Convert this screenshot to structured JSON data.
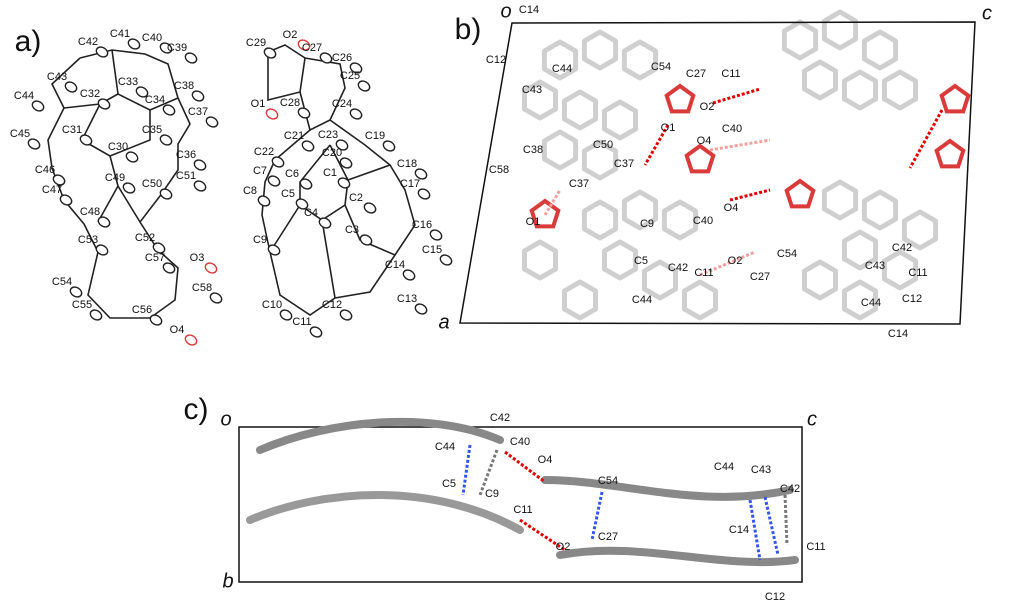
{
  "panels": {
    "a": {
      "letter": "a)",
      "molecule1_labels": [
        "C42",
        "C41",
        "C40",
        "C39",
        "C43",
        "C33",
        "C38",
        "C44",
        "C32",
        "C34",
        "C37",
        "C31",
        "C35",
        "C45",
        "C30",
        "C36",
        "C46",
        "C51",
        "C47",
        "C49",
        "C50",
        "C48",
        "C53",
        "C52",
        "C57",
        "O3",
        "C54",
        "C58",
        "C55",
        "C56",
        "O4"
      ],
      "molecule2_labels": [
        "C29",
        "O2",
        "C27",
        "C26",
        "C25",
        "O1",
        "C28",
        "C24",
        "C21",
        "C23",
        "C19",
        "C22",
        "C20",
        "C18",
        "C7",
        "C6",
        "C1",
        "C17",
        "C8",
        "C5",
        "C2",
        "C16",
        "C4",
        "C3",
        "C15",
        "C9",
        "C14",
        "C10",
        "C12",
        "C13",
        "C11"
      ]
    },
    "b": {
      "letter": "b)",
      "axis_origin": "o",
      "axis_c": "c",
      "axis_a": "a",
      "labels": [
        "C14",
        "C12",
        "C44",
        "C43",
        "C54",
        "C27",
        "C11",
        "O2",
        "O1",
        "C40",
        "O4",
        "C50",
        "C37",
        "C38",
        "C58",
        "C37",
        "O1",
        "C9",
        "C40",
        "O4",
        "C42",
        "C5",
        "C42",
        "C11",
        "O2",
        "C54",
        "C43",
        "C11",
        "C27",
        "C12",
        "C44",
        "C44",
        "C14"
      ]
    },
    "c": {
      "letter": "c)",
      "axis_origin": "o",
      "axis_c": "c",
      "axis_b": "b",
      "labels": [
        "C42",
        "C40",
        "C44",
        "O4",
        "C5",
        "C9",
        "C54",
        "C44",
        "C43",
        "C42",
        "C11",
        "C14",
        "O2",
        "C27",
        "C11",
        "C12"
      ]
    }
  },
  "colors": {
    "oxygen": "#d93b3b",
    "hbond": "#e00000",
    "pi_contact": "#3355ee",
    "ch_contact": "#777777",
    "carbon": "#c8c8c8"
  }
}
